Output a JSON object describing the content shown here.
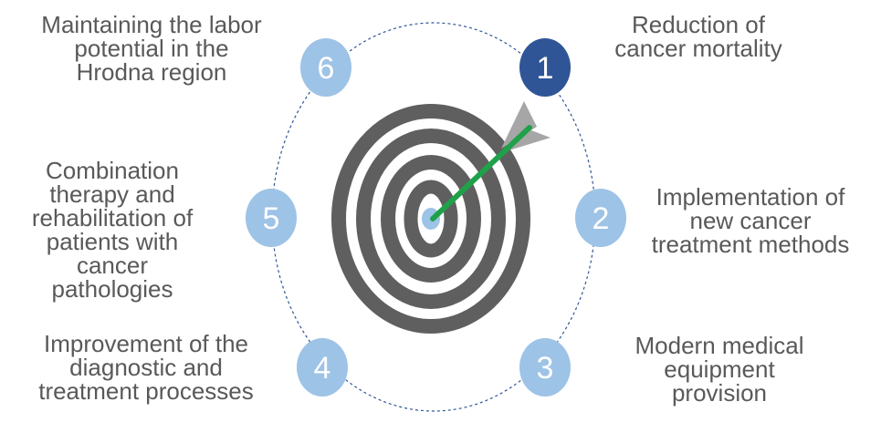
{
  "colors": {
    "ring_dark": "#5f5f5f",
    "bullseye": "#9dc3e6",
    "node_active": "#2f5597",
    "node_default": "#9dc3e6",
    "arrow_shaft": "#1fa14a",
    "arrow_fletch": "#a6a6a6",
    "ellipse_stroke": "#2f5597",
    "label_text": "#595959"
  },
  "nodes": [
    {
      "number": "1",
      "active": true,
      "label_lines": [
        "Reduction of",
        "cancer mortality"
      ]
    },
    {
      "number": "2",
      "active": false,
      "label_lines": [
        "Implementation of",
        "new cancer",
        "treatment methods"
      ]
    },
    {
      "number": "3",
      "active": false,
      "label_lines": [
        "Modern medical",
        "equipment",
        "provision"
      ]
    },
    {
      "number": "4",
      "active": false,
      "label_lines": [
        "Improvement of the",
        "diagnostic and",
        "treatment processes"
      ]
    },
    {
      "number": "5",
      "active": false,
      "label_lines": [
        "Combination",
        "therapy and",
        "rehabilitation of",
        "patients with",
        "cancer",
        "pathologies"
      ]
    },
    {
      "number": "6",
      "active": false,
      "label_lines": [
        "Maintaining the labor",
        "potential in the",
        "Hrodna region"
      ]
    }
  ]
}
